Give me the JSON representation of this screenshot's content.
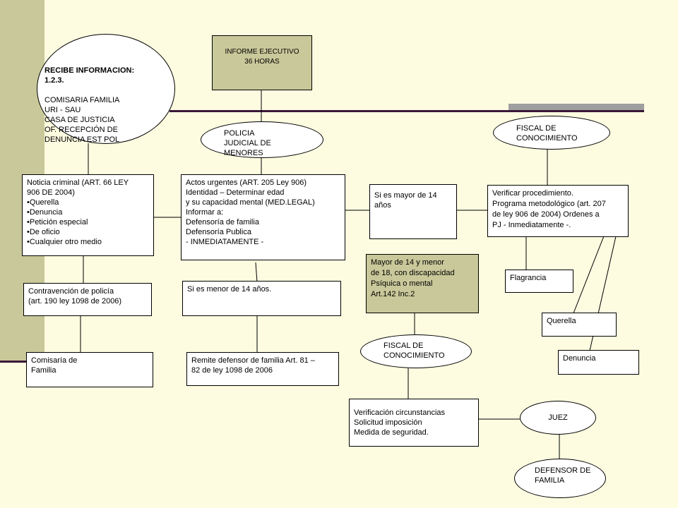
{
  "nodes": {
    "recibe_informacion": {
      "title": "RECIBE INFORMACION:\n1.2.3.",
      "body": "COMISARIA FAMILIA\nURI - SAU\nCASA DE JUSTICIA\nOF. RECEPCIÓN DE\nDENUNCIA EST POL"
    },
    "informe_ejecutivo": "INFORME EJECUTIVO\n36 HORAS",
    "policia_judicial": "POLICIA\nJUDICIAL DE\nMENORES",
    "fiscal_conocimiento_top": "FISCAL DE\nCONOCIMIENTO",
    "noticia_criminal": "Noticia criminal (ART. 66 LEY\n906 DE 2004)\n•Querella\n•Denuncia\n•Petición especial\n•De  oficio\n•Cualquier otro medio",
    "actos_urgentes": "Actos urgentes (ART.  205 Ley 906)\nIdentidad – Determinar edad\ny su capacidad mental (MED.LEGAL)\nInformar a:\nDefensoría de familia\nDefensoría Publica\n- INMEDIATAMENTE -",
    "si_mayor_14": "Si es mayor de 14\naños",
    "verificar_procedimiento": "Verificar procedimiento.\nPrograma metodológico (art. 207\nde ley 906 de 2004)  Ordenes a\nPJ   - Inmediatamente -.",
    "mayor_14_discapacidad": "Mayor de 14 y menor\nde 18, con discapacidad\nPsíquica o mental\nArt.142 Inc.2",
    "contravencion": "Contravención de policía\n(art. 190 ley 1098 de 2006)",
    "si_menor_14": "Si es menor de 14 años.",
    "flagrancia": "Flagrancia",
    "querella": "Querella",
    "fiscal_conocimiento_mid": "FISCAL   DE\nCONOCIMIENTO",
    "denuncia": "Denuncia",
    "comisaria_familia": "Comisaría de\nFamilia",
    "remite_defensor": "Remite defensor de familia Art. 81 –\n82  de ley 1098 de 2006",
    "verificacion_circunstancias": "Verificación circunstancias\nSolicitud imposición\nMedida de seguridad.",
    "juez": "JUEZ",
    "defensor_familia": "DEFENSOR DE\nFAMILIA"
  },
  "colors": {
    "background": "#fdfbe0",
    "sidebar": "#c8c89a",
    "rule": "#3a1838",
    "shaded_box": "#c8c89a"
  }
}
